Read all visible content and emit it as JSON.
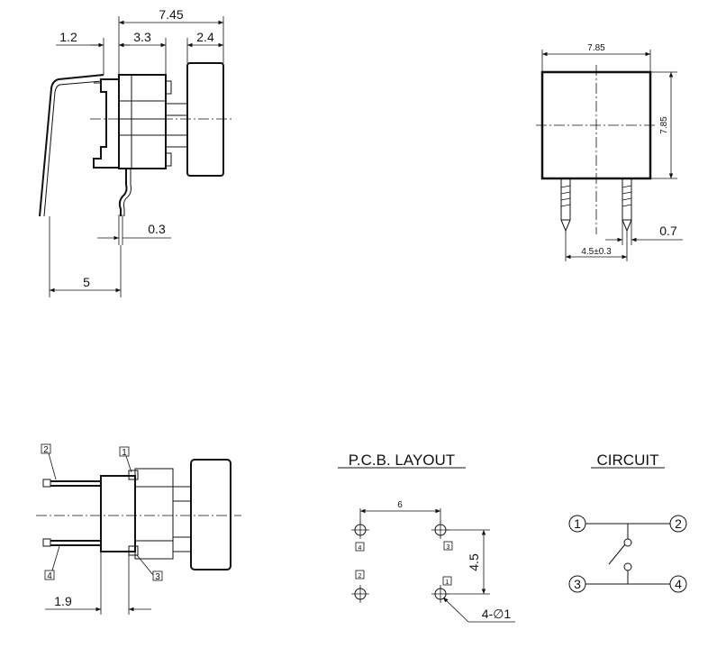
{
  "side_view": {
    "dim_total": "7.45",
    "dim_lead_offset": "1.2",
    "dim_body": "3.3",
    "dim_cap": "2.4",
    "dim_lead_thickness": "0.3",
    "dim_lead_spread": "5"
  },
  "front_view": {
    "dim_width": "7.85",
    "dim_height": "7.85",
    "dim_pin_spacing": "4.5±0.3",
    "dim_pin_width": "0.7"
  },
  "bottom_side_view": {
    "pin_labels": [
      "2",
      "1",
      "4",
      "3"
    ],
    "dim_offset": "1.9"
  },
  "pcb_layout": {
    "title": "P.C.B. LAYOUT",
    "dim_horizontal": "6",
    "dim_vertical": "4.5",
    "dim_holes": "4-∅1",
    "hole_labels": [
      "4",
      "3",
      "2",
      "1"
    ]
  },
  "circuit": {
    "title": "CIRCUIT",
    "terminals": [
      "1",
      "2",
      "3",
      "4"
    ]
  }
}
